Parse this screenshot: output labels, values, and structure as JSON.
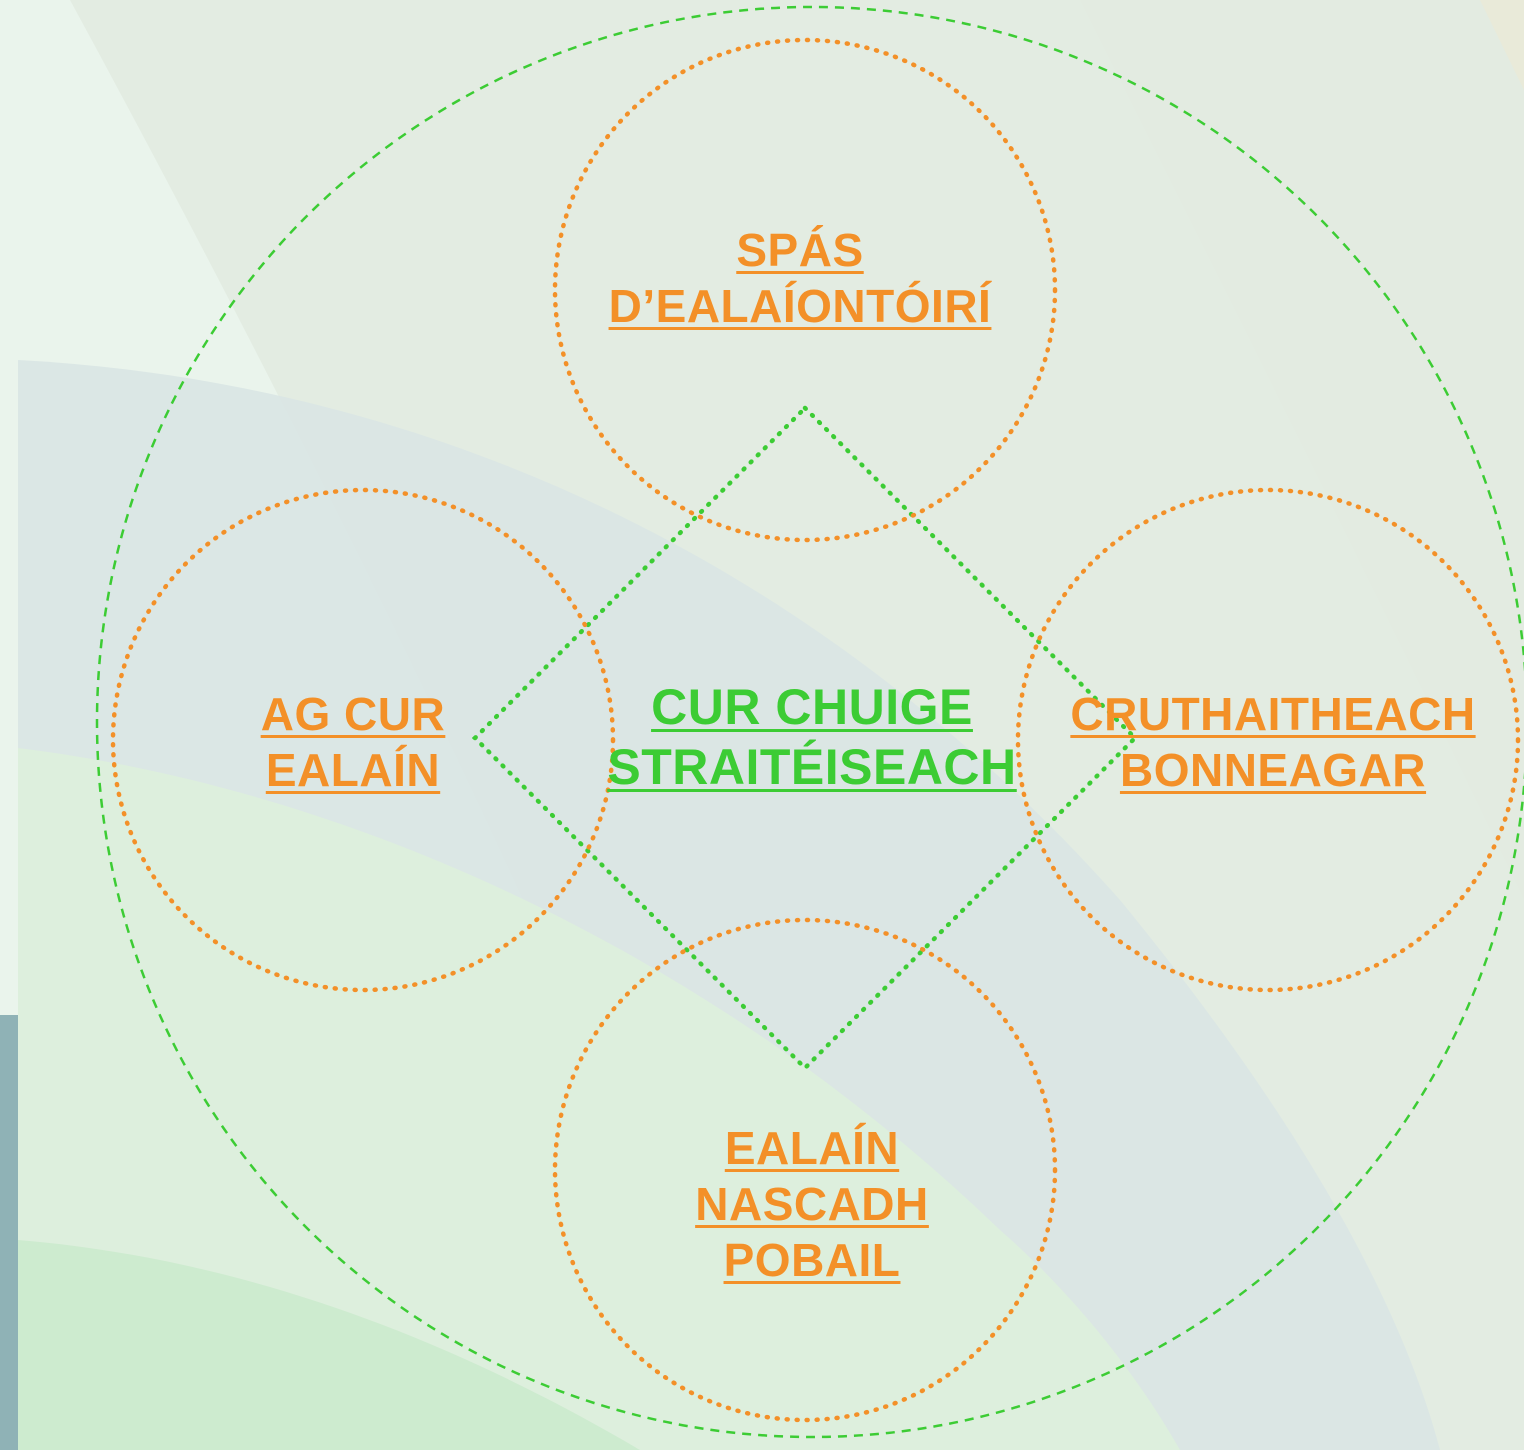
{
  "colors": {
    "accent_orange": "#f39028",
    "accent_green": "#3ccc34",
    "background": "#eaf4ec"
  },
  "center": {
    "lines": [
      "CUR CHUIGE",
      "STRAITÉISEACH"
    ]
  },
  "nodes": {
    "top": {
      "lines": [
        "SPÁS",
        "D’EALAÍONTÓIRÍ"
      ]
    },
    "left": {
      "lines": [
        "AG CUR",
        "EALAÍN"
      ]
    },
    "right": {
      "lines": [
        "CRUTHAITHEACH",
        "BONNEAGAR"
      ]
    },
    "bottom": {
      "lines": [
        "EALAÍN",
        "NASCADH",
        "POBAIL"
      ]
    }
  }
}
